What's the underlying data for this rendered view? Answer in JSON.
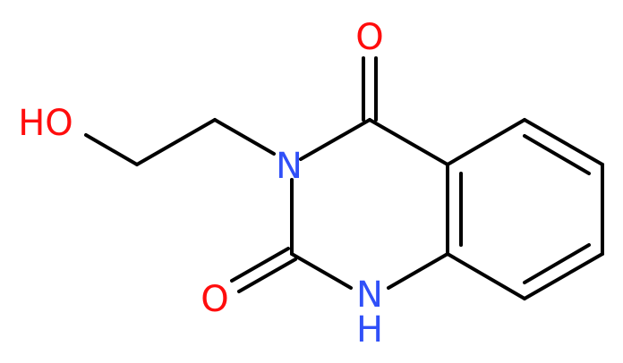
{
  "colors": {
    "carbon_bond": "#000000",
    "oxygen": "#ff0d0d",
    "nitrogen": "#3050f8"
  },
  "atoms": {
    "o_top": "O",
    "ho": "HO",
    "n3": "N",
    "o_bottom": "O",
    "nh_n": "N",
    "nh_h": "H"
  }
}
